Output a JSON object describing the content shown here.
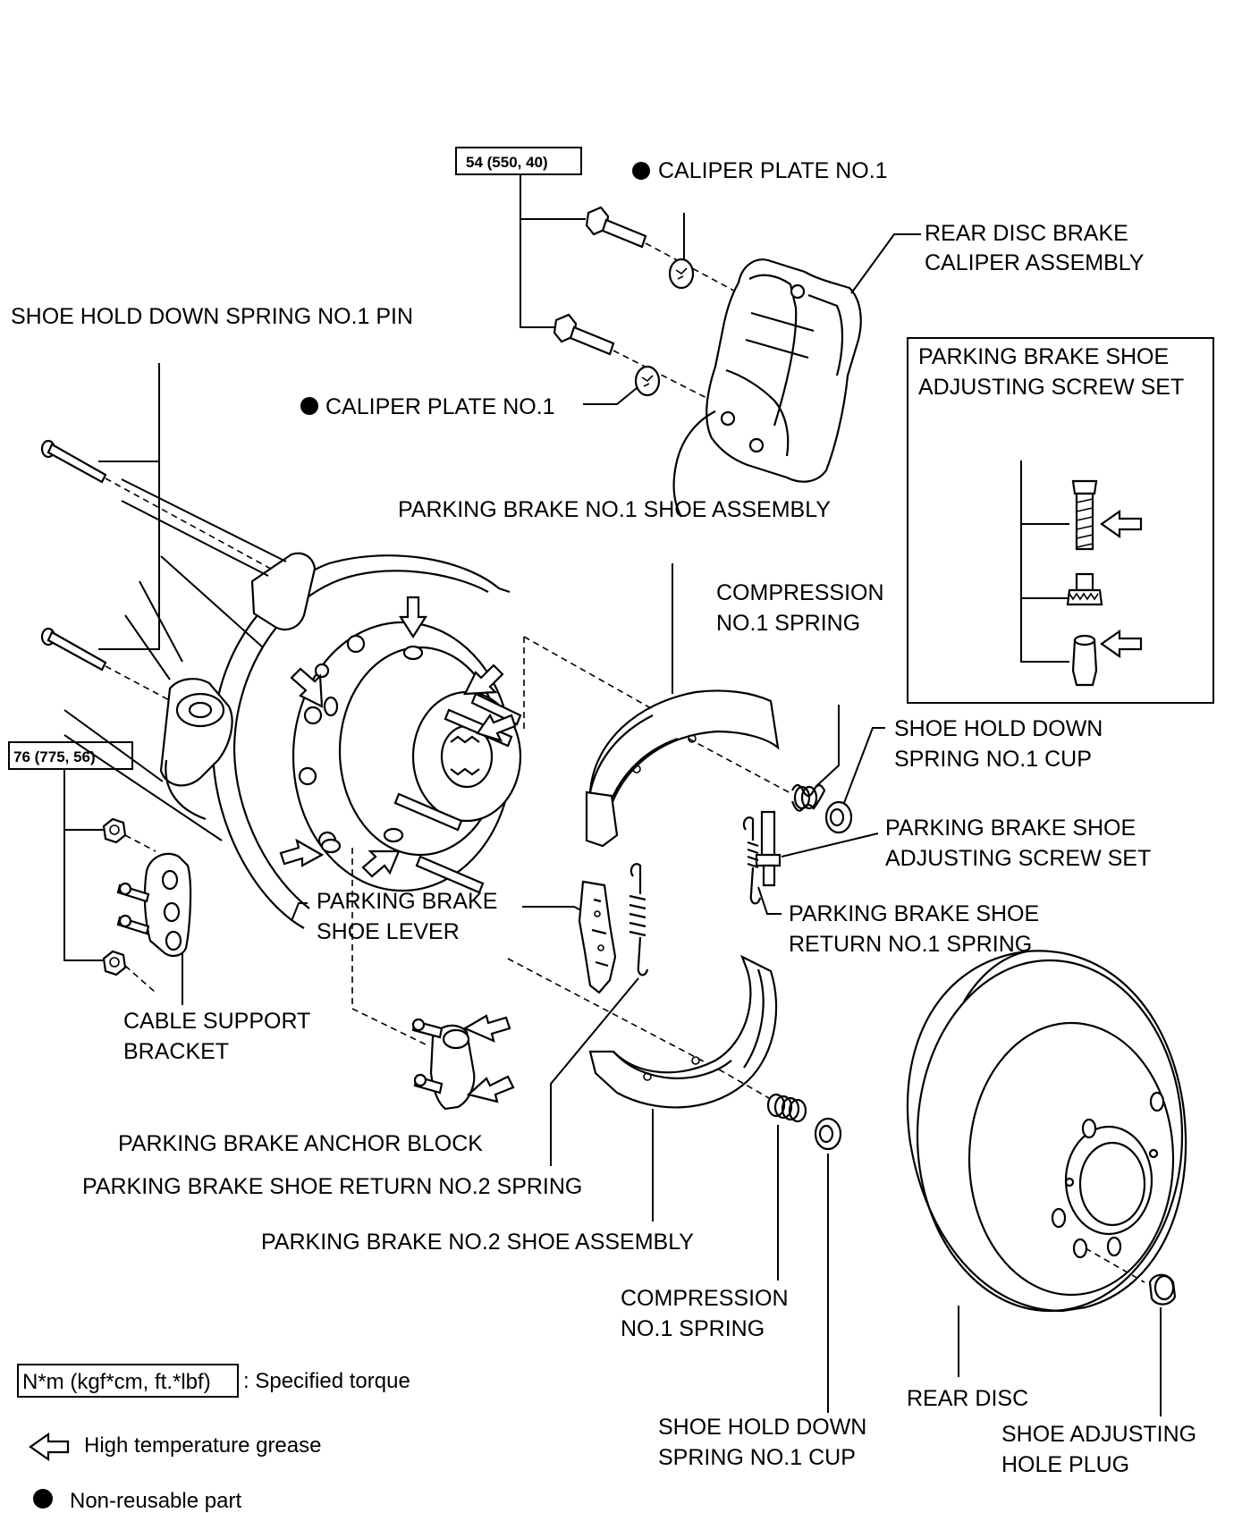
{
  "torque_boxes": {
    "caliper_bolts": "54 (550, 40)",
    "bracket_nuts": "76 (775, 56)"
  },
  "labels": {
    "caliper_plate_top": "CALIPER PLATE NO.1",
    "caliper_plate_mid": "CALIPER PLATE NO.1",
    "rear_disc_brake_caliper_assembly": [
      "REAR DISC BRAKE",
      "CALIPER ASSEMBLY"
    ],
    "shoe_hold_down_spring_pin": "SHOE HOLD DOWN SPRING NO.1 PIN",
    "adjusting_screw_set_inset": [
      "PARKING BRAKE SHOE",
      "ADJUSTING SCREW SET"
    ],
    "no1_shoe_assembly": "PARKING BRAKE NO.1 SHOE ASSEMBLY",
    "compression_spring_upper": [
      "COMPRESSION",
      "NO.1 SPRING"
    ],
    "shoe_hold_down_cup_upper": [
      "SHOE HOLD DOWN",
      "SPRING NO.1 CUP"
    ],
    "adjusting_screw_set": [
      "PARKING BRAKE SHOE",
      "ADJUSTING SCREW SET"
    ],
    "return_no1_spring": [
      "PARKING BRAKE SHOE",
      "RETURN NO.1 SPRING"
    ],
    "shoe_lever": [
      "PARKING BRAKE",
      "SHOE LEVER"
    ],
    "cable_support_bracket": [
      "CABLE SUPPORT",
      "BRACKET"
    ],
    "anchor_block": "PARKING BRAKE ANCHOR BLOCK",
    "return_no2_spring": "PARKING BRAKE SHOE RETURN NO.2 SPRING",
    "no2_shoe_assembly": "PARKING BRAKE NO.2 SHOE ASSEMBLY",
    "compression_spring_lower": [
      "COMPRESSION",
      "NO.1 SPRING"
    ],
    "rear_disc": "REAR DISC",
    "shoe_hold_down_cup_lower": [
      "SHOE HOLD DOWN",
      "SPRING NO.1 CUP"
    ],
    "shoe_adjusting_hole_plug": [
      "SHOE ADJUSTING",
      "HOLE PLUG"
    ]
  },
  "legend": {
    "torque_box": "N*m (kgf*cm, ft.*lbf)",
    "torque_text": ": Specified torque",
    "grease_text": "High temperature grease",
    "nonreusable_text": "Non-reusable part"
  },
  "colors": {
    "ink": "#000000",
    "paper": "#ffffff"
  },
  "icons": {
    "grease": "hollow-arrow-icon",
    "nonreusable": "filled-circle-icon"
  }
}
